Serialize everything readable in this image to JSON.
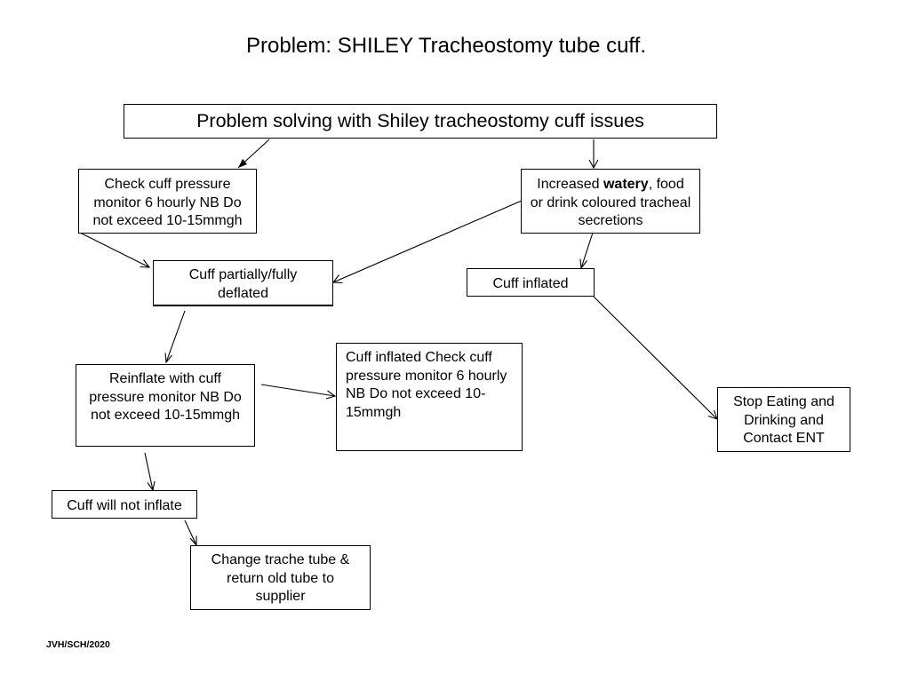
{
  "title": "Problem: SHILEY Tracheostomy tube cuff.",
  "nodes": {
    "main": "Problem solving with Shiley tracheostomy cuff issues",
    "check_cuff": "Check cuff pressure monitor 6 hourly NB Do not exceed 10-15mmgh",
    "increased_secretions": {
      "before": "Increased ",
      "bold": "watery",
      "after": ", food or drink coloured tracheal secretions"
    },
    "cuff_deflated": "Cuff partially/fully deflated",
    "cuff_inflated": "Cuff inflated",
    "reinflate": "Reinflate with cuff pressure monitor NB Do not exceed 10-15mmgh",
    "inflated_check": "Cuff inflated Check cuff pressure monitor 6 hourly NB Do not exceed 10-15mmgh",
    "stop_eating": "Stop Eating and Drinking and Contact ENT",
    "will_not_inflate": "Cuff will not inflate",
    "change_tube": "Change trache tube & return old tube to supplier"
  },
  "edges": [
    {
      "from": "main",
      "to": "check_cuff"
    },
    {
      "from": "main",
      "to": "increased_secretions"
    },
    {
      "from": "check_cuff",
      "to": "cuff_deflated"
    },
    {
      "from": "increased_secretions",
      "to": "cuff_deflated"
    },
    {
      "from": "increased_secretions",
      "to": "cuff_inflated"
    },
    {
      "from": "cuff_inflated",
      "to": "stop_eating"
    },
    {
      "from": "cuff_deflated",
      "to": "reinflate"
    },
    {
      "from": "reinflate",
      "to": "inflated_check"
    },
    {
      "from": "reinflate",
      "to": "will_not_inflate"
    },
    {
      "from": "will_not_inflate",
      "to": "change_tube"
    }
  ],
  "footer": "JVH/SCH/2020"
}
